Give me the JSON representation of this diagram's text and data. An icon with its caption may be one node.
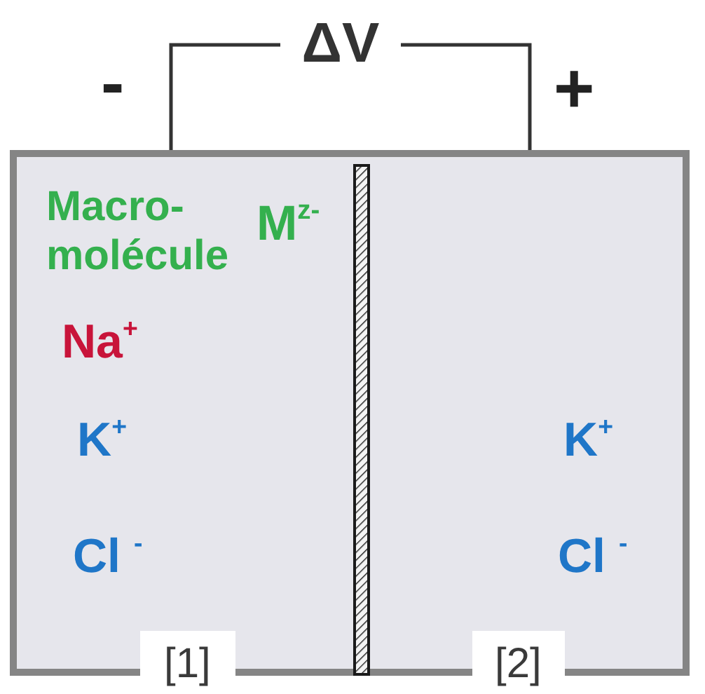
{
  "diagram": {
    "nodes": [
      {
        "text": [
          "[1]",
          "Macro- molécule",
          "M$^{z-}$",
          "Na$^{+}$",
          "K$^{+}$",
          "Cl $^{-}$"
        ]
      },
      {
        "text": [
          "[2]",
          "K$^{+}$",
          "Cl $^{-}$"
        ]
      }
    ],
    "edges": [
      {
        "from": 0,
        "to": 1,
        "arrow": "none",
        "label": "ΔV"
      }
    ],
    "labels": [
      "-",
      "+"
    ]
  }
}
